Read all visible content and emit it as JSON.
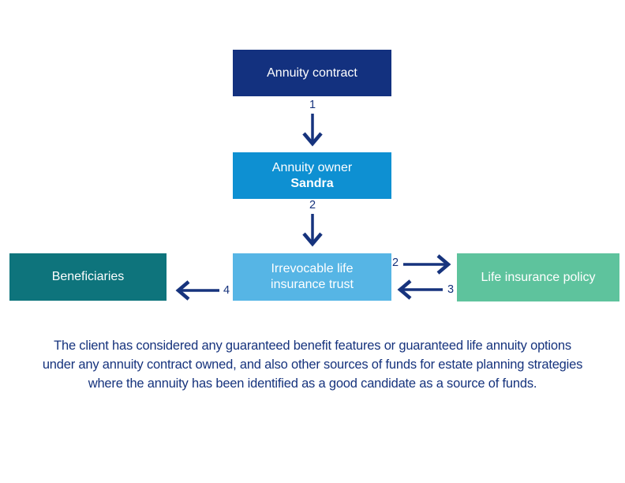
{
  "diagram": {
    "colors": {
      "navy": "#16337D",
      "box_navy": "#13317F",
      "box_blue": "#0E90D2",
      "box_light_blue": "#56B5E5",
      "box_teal": "#0E747C",
      "box_green": "#5EC39D"
    },
    "boxes": {
      "annuity_contract": {
        "label": "Annuity contract",
        "color": "#13317F"
      },
      "annuity_owner": {
        "label": "Annuity owner",
        "name": "Sandra",
        "color": "#0E90D2"
      },
      "beneficiaries": {
        "label": "Beneficiaries",
        "color": "#0E747C"
      },
      "irrevocable_trust": {
        "label": "Irrevocable life insurance trust",
        "color": "#56B5E5"
      },
      "life_insurance_policy": {
        "label": "Life insurance policy",
        "color": "#5EC39D"
      }
    },
    "steps": {
      "s1": "1",
      "s2_down": "2",
      "s2_right": "2",
      "s3": "3",
      "s4": "4"
    }
  },
  "footnote": {
    "lines": [
      "The client has considered any guaranteed benefit features or guaranteed life annuity options",
      "under any annuity contract owned, and also other sources of funds for estate planning strategies",
      "where the annuity has been identified as a good candidate as a source of funds."
    ]
  }
}
